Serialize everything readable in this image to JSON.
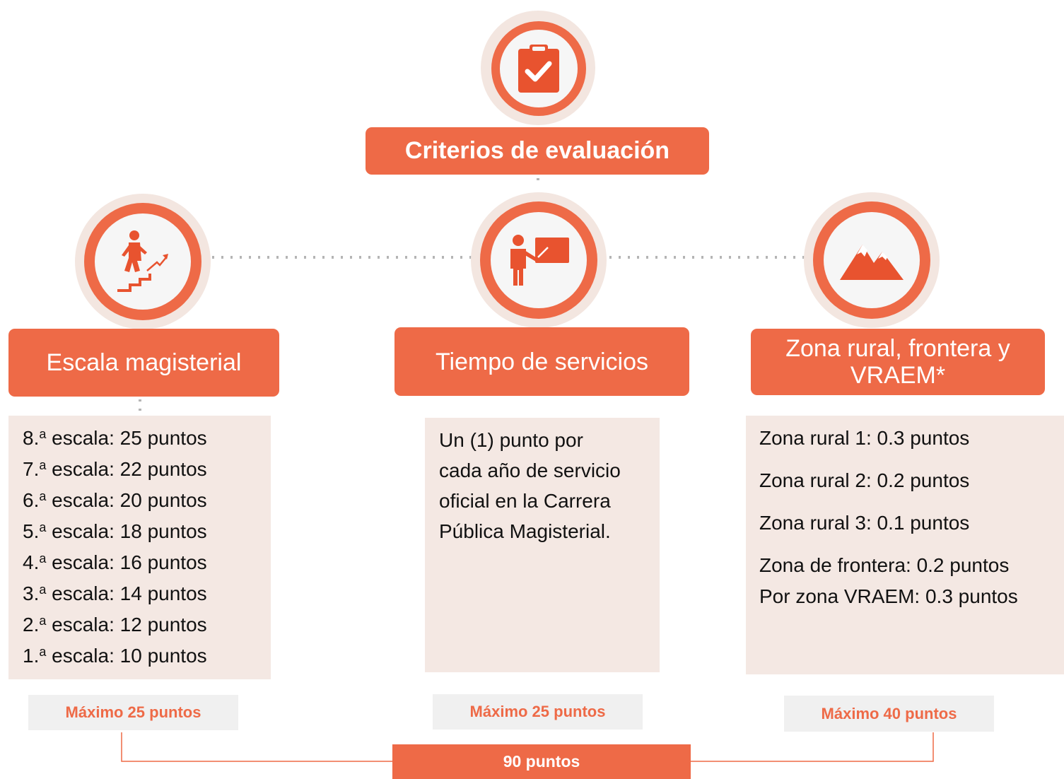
{
  "header": {
    "title": "Criterios de evaluación",
    "icon": "clipboard-check-icon"
  },
  "colors": {
    "accent": "#ee6a47",
    "panel": "#f4e8e3",
    "halo": "#f3e6e0",
    "max_bg": "#f0f0f0"
  },
  "columns": [
    {
      "title": "Escala magisterial",
      "icon": "climbing-stairs-icon",
      "items": [
        {
          "num": "8.",
          "sup": "a",
          "text": " escala: 25 puntos"
        },
        {
          "num": "7.",
          "sup": "a",
          "text": " escala: 22 puntos"
        },
        {
          "num": "6.",
          "sup": "a",
          "text": " escala: 20 puntos"
        },
        {
          "num": "5.",
          "sup": "a",
          "text": " escala: 18 puntos"
        },
        {
          "num": "4.",
          "sup": "a",
          "text": " escala: 16 puntos"
        },
        {
          "num": "3.",
          "sup": "a",
          "text": " escala: 14 puntos"
        },
        {
          "num": "2.",
          "sup": "a",
          "text": " escala: 12 puntos"
        },
        {
          "num": "1.",
          "sup": "a",
          "text": " escala: 10 puntos"
        }
      ],
      "max": "Máximo 25 puntos"
    },
    {
      "title": "Tiempo de servicios",
      "icon": "teacher-board-icon",
      "lines": [
        "Un (1) punto por",
        "cada año de servicio",
        "oficial en la Carrera",
        "Pública Magisterial."
      ],
      "max": "Máximo 25 puntos"
    },
    {
      "title_lines": [
        "Zona rural, frontera y",
        "VRAEM*"
      ],
      "icon": "mountain-icon",
      "items": [
        "Zona rural 1: 0.3 puntos",
        "Zona rural 2: 0.2 puntos",
        "Zona rural 3: 0.1 puntos",
        "Zona de frontera: 0.2 puntos",
        "Por zona VRAEM: 0.3 puntos"
      ],
      "max": "Máximo 40 puntos"
    }
  ],
  "total": "90 puntos"
}
